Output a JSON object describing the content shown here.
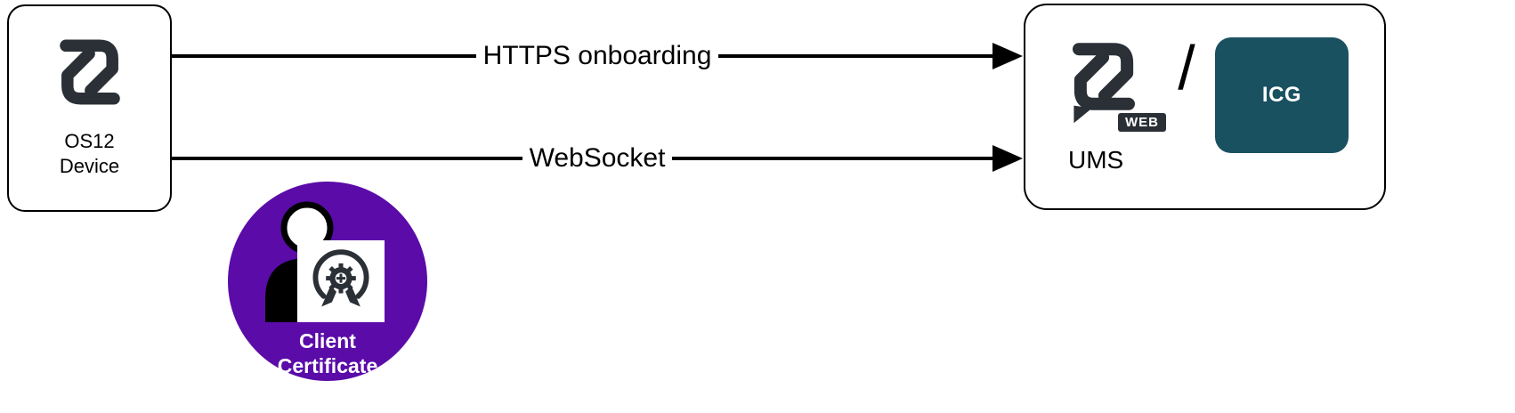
{
  "diagram": {
    "left_node": {
      "logo": "igel-logo",
      "title_line1": "OS12",
      "title_line2": "Device"
    },
    "arrows": [
      {
        "label": "HTTPS onboarding"
      },
      {
        "label": "WebSocket"
      }
    ],
    "right_node": {
      "logo": "igel-web-logo",
      "web_badge": "WEB",
      "separator": "/",
      "icg_label": "ICG",
      "ums_label": "UMS"
    },
    "client_certificate": {
      "icon": "person-with-certificate-icon",
      "label_line1": "Client",
      "label_line2": "Certificate"
    },
    "colors": {
      "logo_dark": "#2a3036",
      "purple": "#5a0ba8",
      "teal": "#1a5161",
      "black": "#000000"
    }
  }
}
